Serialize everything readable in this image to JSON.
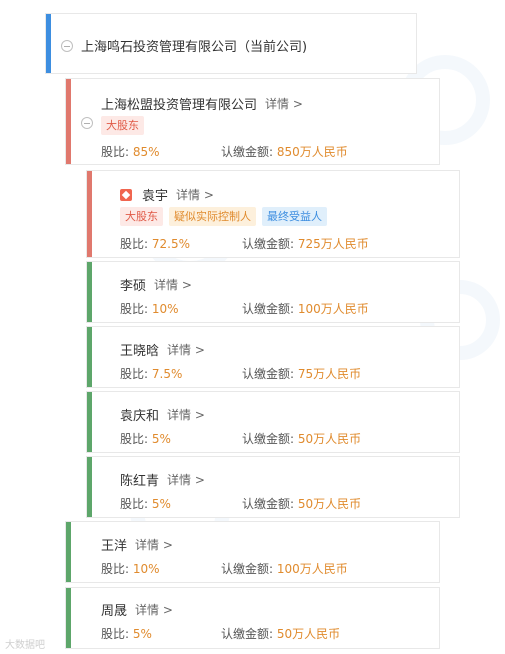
{
  "root": {
    "name": "上海鸣石投资管理有限公司（当前公司)"
  },
  "stat_labels": {
    "ratio": "股比:",
    "amount": "认缴金额:"
  },
  "holders": [
    {
      "name": "上海松盟投资管理有限公司",
      "detail": "详情 >",
      "tags": [
        "大股东"
      ],
      "ratio": "85%",
      "amount": "850万人民币"
    },
    {
      "name": "袁宇",
      "detail": "详情 >",
      "tags": [
        "大股东",
        "疑似实际控制人",
        "最终受益人"
      ],
      "ratio": "72.5%",
      "amount": "725万人民币"
    },
    {
      "name": "李硕",
      "detail": "详情 >",
      "ratio": "10%",
      "amount": "100万人民币"
    },
    {
      "name": "王晓晗",
      "detail": "详情 >",
      "ratio": "7.5%",
      "amount": "75万人民币"
    },
    {
      "name": "袁庆和",
      "detail": "详情 >",
      "ratio": "5%",
      "amount": "50万人民币"
    },
    {
      "name": "陈红青",
      "detail": "详情 >",
      "ratio": "5%",
      "amount": "50万人民币"
    },
    {
      "name": "王洋",
      "detail": "详情 >",
      "ratio": "10%",
      "amount": "100万人民币"
    },
    {
      "name": "周晟",
      "detail": "详情 >",
      "ratio": "5%",
      "amount": "50万人民币"
    }
  ],
  "footer": {
    "watermark": "大数据吧"
  },
  "colors": {
    "accent_blue": "#3d8ee0",
    "accent_red": "#e0786d",
    "accent_green": "#5da66a",
    "value_orange": "#e08b2e"
  }
}
